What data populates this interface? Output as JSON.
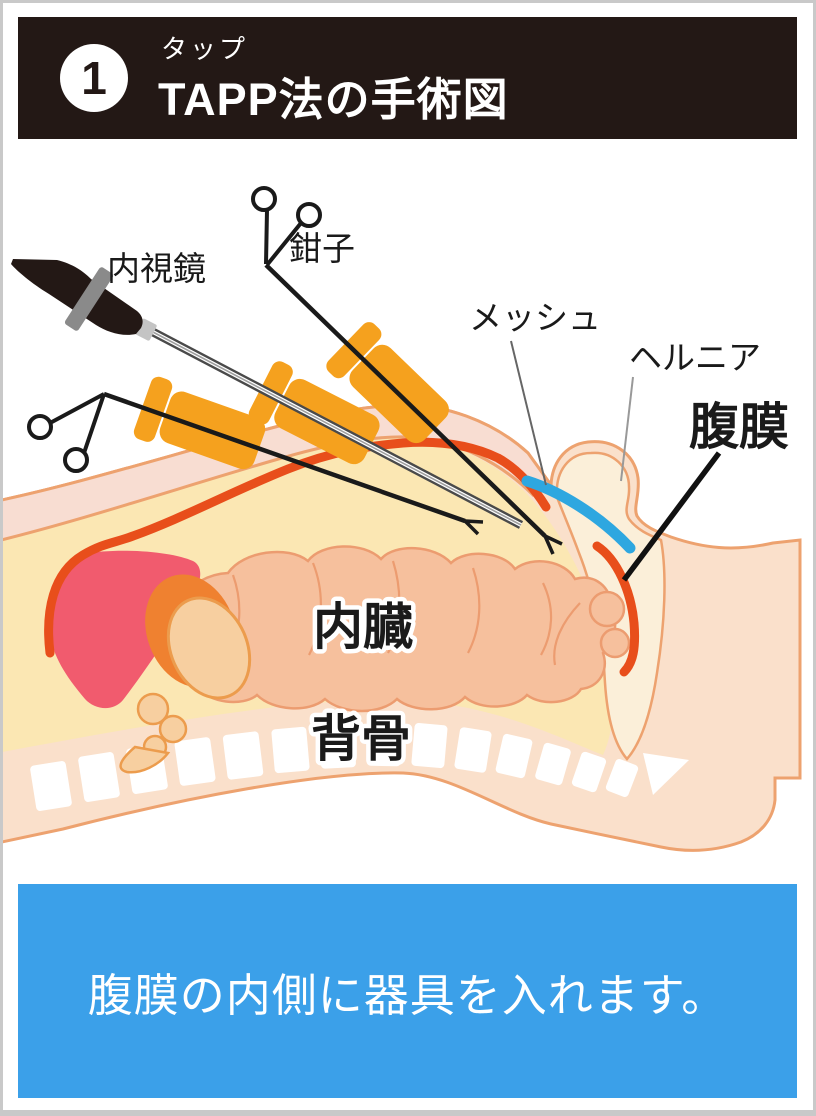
{
  "header": {
    "step_number": "1",
    "step_furigana": "タップ",
    "title": "TAPP法の手術図"
  },
  "diagram": {
    "labels": {
      "endoscope": "内視鏡",
      "forceps": "鉗子",
      "mesh": "メッシュ",
      "hernia": "ヘルニア",
      "peritoneum": "腹膜",
      "organs": "内臓",
      "spine": "背骨"
    }
  },
  "caption": {
    "text": "腹膜の内側に器具を入れます。"
  },
  "colors": {
    "header_bg": "#231815",
    "caption_bg": "#3BA0E9",
    "trocar_orange": "#F5A11E",
    "peritoneum_red": "#E84E1B",
    "mesh_blue": "#2EA7E0",
    "skin": "#FAE0CB",
    "skin_outline": "#EDA26F",
    "cavity_yellow": "#FBE7B3",
    "intestine": "#F6C09D",
    "liver_pink": "#F15B6E",
    "organ_orange": "#EF8130",
    "organ_tan": "#F7CFA0"
  }
}
